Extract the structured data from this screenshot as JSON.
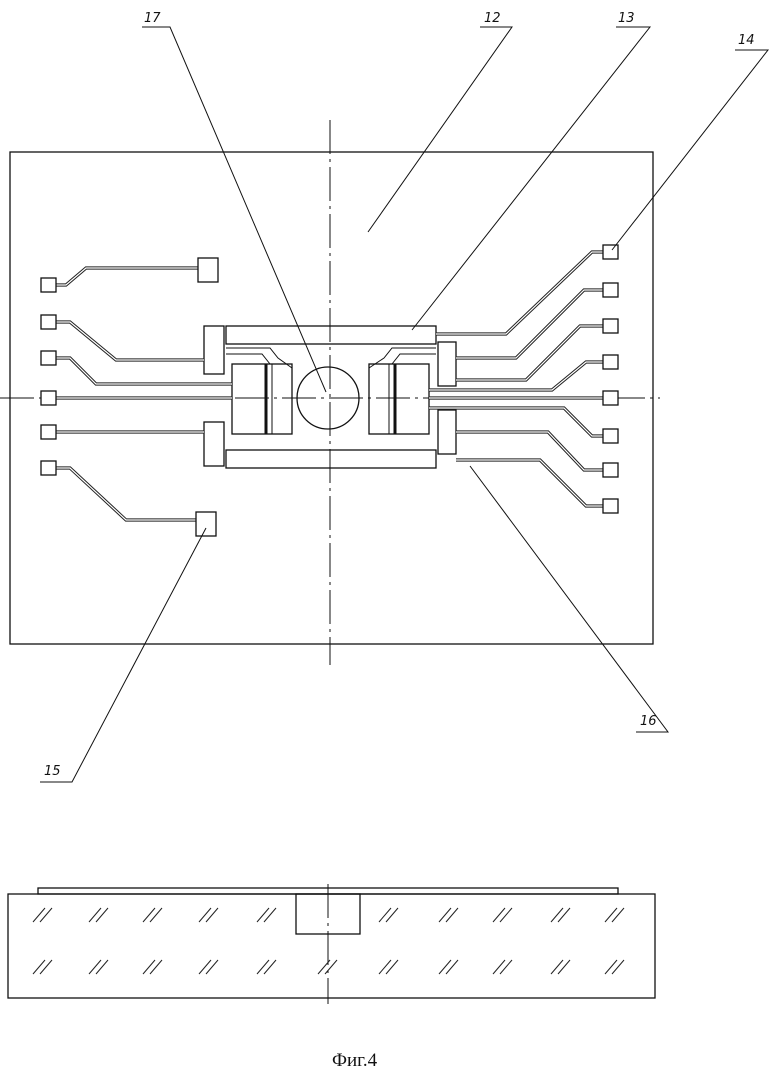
{
  "labels": {
    "l12": "12",
    "l13": "13",
    "l14": "14",
    "l15": "15",
    "l16": "16",
    "l17": "17"
  },
  "caption": "Фиг.4"
}
